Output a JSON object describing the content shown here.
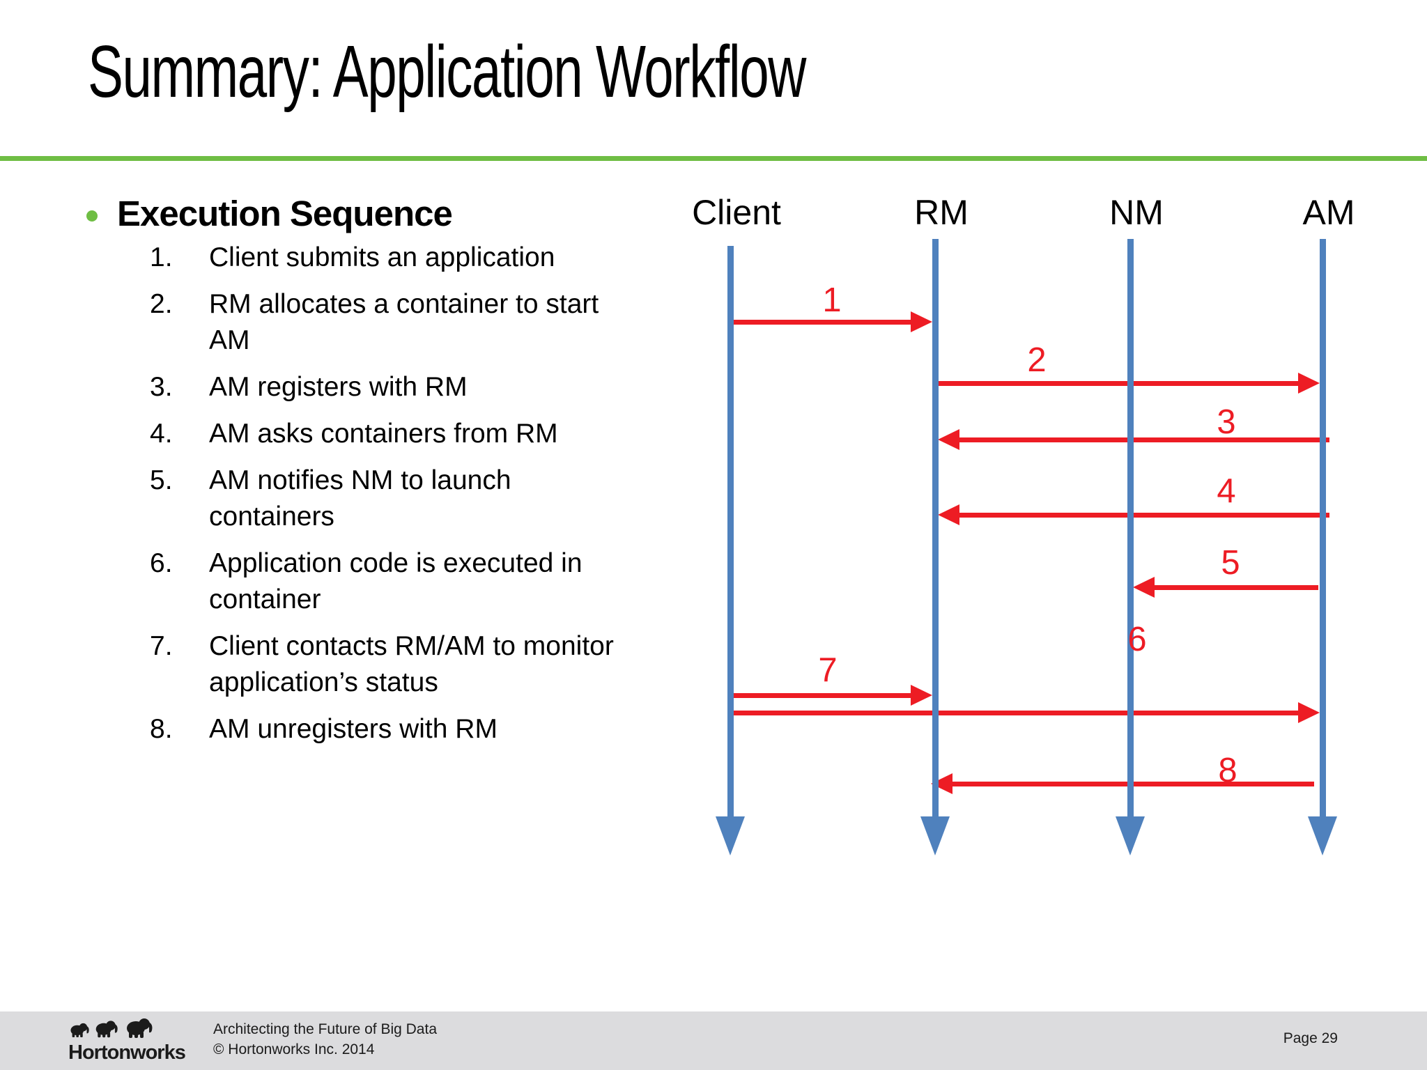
{
  "title": "Summary: Application Workflow",
  "execution": {
    "heading": "Execution Sequence",
    "items": [
      {
        "num": "1.",
        "text": "Client submits an application"
      },
      {
        "num": "2.",
        "text": "RM allocates a container to start\nAM"
      },
      {
        "num": "3.",
        "text": "AM registers with RM"
      },
      {
        "num": "4.",
        "text": "AM asks containers from RM"
      },
      {
        "num": "5.",
        "text": "AM notifies NM to launch\ncontainers"
      },
      {
        "num": "6.",
        "text": "Application code is executed in\ncontainer"
      },
      {
        "num": "7.",
        "text": "Client contacts RM/AM to monitor\napplication’s status"
      },
      {
        "num": "8.",
        "text": "AM unregisters with RM"
      }
    ]
  },
  "diagram": {
    "lifelines": [
      {
        "name": "Client"
      },
      {
        "name": "RM"
      },
      {
        "name": "NM"
      },
      {
        "name": "AM"
      }
    ],
    "messages": [
      {
        "label": "1",
        "from": "Client",
        "to": "RM"
      },
      {
        "label": "2",
        "from": "RM",
        "to": "AM"
      },
      {
        "label": "3",
        "from": "AM",
        "to": "RM"
      },
      {
        "label": "4",
        "from": "AM",
        "to": "RM"
      },
      {
        "label": "5",
        "from": "AM",
        "to": "NM"
      },
      {
        "label": "6",
        "at": "NM"
      },
      {
        "label": "7",
        "from": "Client",
        "to": "RM/AM"
      },
      {
        "label": "8",
        "from": "AM",
        "to": "RM"
      }
    ]
  },
  "colors": {
    "accent_green": "#6fbe44",
    "lifeline_blue": "#4f81bd",
    "arrow_red": "#ed1c24",
    "footer_gray": "#dcdcde"
  },
  "footer": {
    "brand": "Hortonworks",
    "tagline": "Architecting the Future of Big Data",
    "copyright": "© Hortonworks Inc. 2014",
    "page": "Page 29"
  }
}
